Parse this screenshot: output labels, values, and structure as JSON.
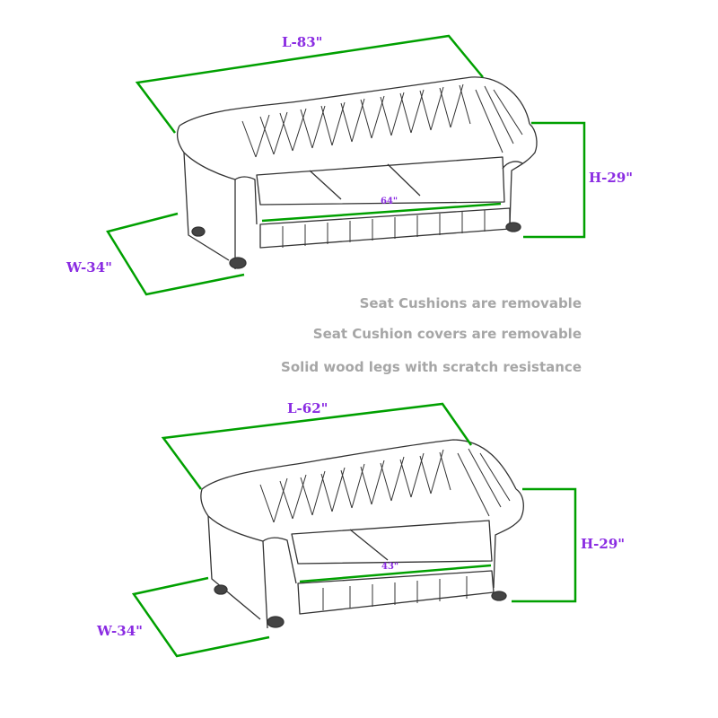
{
  "colors": {
    "dimension_line": "#00a000",
    "dimension_text": "#8a2be2",
    "feature_text": "#a6a6a6",
    "outline": "#333333"
  },
  "sofa": {
    "length": "L-83\"",
    "height": "H-29\"",
    "width": "W-34\"",
    "seat": "64\""
  },
  "features": [
    "Seat Cushions are removable",
    "Seat Cushion covers are removable",
    "Solid wood legs with scratch resistance"
  ],
  "loveseat": {
    "length": "L-62\"",
    "height": "H-29\"",
    "width": "W-34\"",
    "seat": "43\""
  }
}
